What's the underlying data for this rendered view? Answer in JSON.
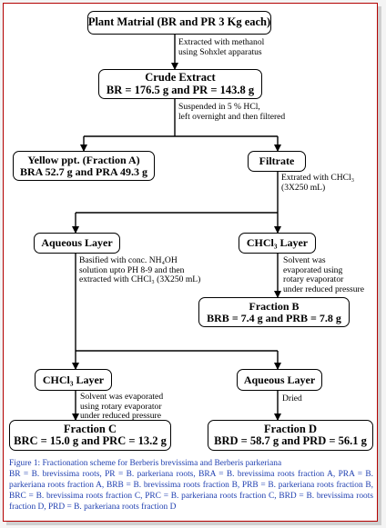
{
  "nodes": {
    "plant": {
      "l1": "Plant Matrial (BR and PR 3 Kg each)"
    },
    "crude": {
      "l1": "Crude Extract",
      "l2": "BR = 176.5 g and PR = 143.8 g"
    },
    "fracA": {
      "l1": "Yellow ppt. (Fraction A)",
      "l2": "BRA 52.7 g and PRA 49.3 g"
    },
    "filtrate": {
      "l1": "Filtrate"
    },
    "aqueous1": {
      "l1": "Aqueous Layer"
    },
    "chcl3_1": {
      "l1": "CHCl₃ Layer"
    },
    "fracB": {
      "l1": "Fraction B",
      "l2": "BRB = 7.4 g and PRB = 7.8 g"
    },
    "chcl3_2": {
      "l1": "CHCl₃ Layer"
    },
    "aqueous2": {
      "l1": "Aqueous Layer"
    },
    "fracC": {
      "l1": "Fraction C",
      "l2": "BRC = 15.0 g and PRC = 13.2 g"
    },
    "fracD": {
      "l1": "Fraction D",
      "l2": "BRD = 58.7 g and PRD = 56.1 g"
    }
  },
  "notes": {
    "n1": "Extracted with methanol\nusing Sohxlet apparatus",
    "n2": "Suspended in 5 % HCl,\nleft overnight and then filtered",
    "n3": "Extrated with CHCl₃\n(3X250 mL)",
    "n4": "Basified with conc. NH₄OH\nsolution upto PH 8-9 and then\nextracted with CHCl₃ (3X250 mL)",
    "n5": "Solvent was\nevaporated using\nrotary evaporator\nunder reduced pressure",
    "n6": "Solvent was evaporated\nusing rotary evaporator\nunder reduced pressure",
    "n7": "Dried"
  },
  "caption": {
    "title": "Figure 1: Fractionation scheme for Berberis brevissima and Berberis parkeriana",
    "body": "BR = B. brevissima roots, PR = B. parkeriana roots, BRA = B. brevissima roots fraction A, PRA = B. parkeriana roots fraction A, BRB = B. brevissima roots fraction B, PRB = B. parkeriana roots fraction B, BRC = B. brevissima roots fraction C, PRC = B. parkeriana roots fraction C, BRD = B. brevissima roots fraction D, PRD = B. parkeriana roots fraction D"
  }
}
